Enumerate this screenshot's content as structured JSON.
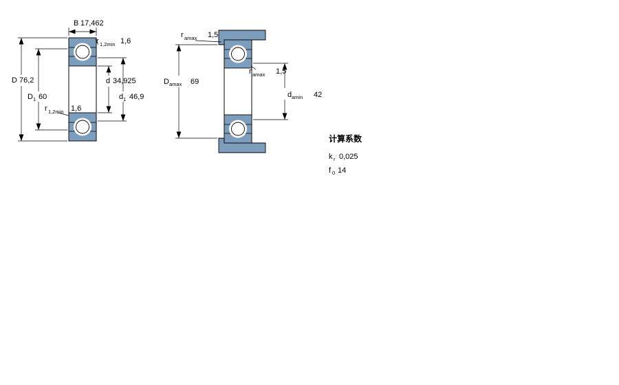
{
  "colors": {
    "bearing_fill": "#7d9dbc",
    "line_color": "#000000"
  },
  "left_view": {
    "B": {
      "label": "B",
      "value": "17,462"
    },
    "r_top": {
      "label": "r",
      "sub": "1,2min",
      "value": "1,6"
    },
    "D": {
      "label": "D",
      "value": "76,2"
    },
    "D1": {
      "label": "D",
      "sub": "1",
      "value": "60"
    },
    "r_left": {
      "label": "r",
      "sub": "1,2min",
      "value": "1,6"
    },
    "d": {
      "label": "d",
      "value": "34,925"
    },
    "d1": {
      "label": "d",
      "sub": "1",
      "value": "46,9"
    }
  },
  "right_view": {
    "r_a_top": {
      "label": "r",
      "sub": "amax",
      "value": "1,5"
    },
    "D_a": {
      "label": "D",
      "sub": "amax",
      "value": "69"
    },
    "r_a_mid": {
      "label": "r",
      "sub": "amax",
      "value": "1,5"
    },
    "d_a": {
      "label": "d",
      "sub": "amin",
      "value": "42"
    }
  },
  "calculation_factors": {
    "title": "计算系数",
    "k_r": {
      "label": "k",
      "sub": "r",
      "value": "0,025"
    },
    "f_0": {
      "label": "f",
      "sub": "0",
      "value": "14"
    }
  }
}
